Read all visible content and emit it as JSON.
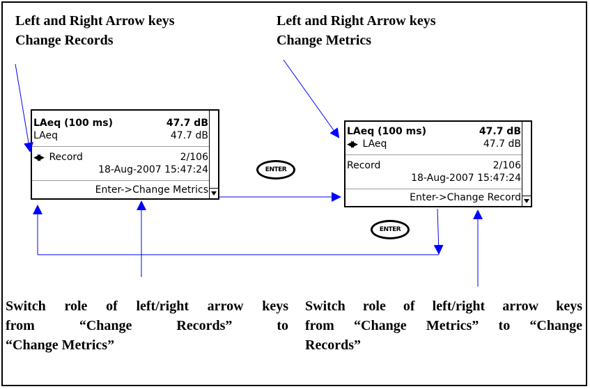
{
  "captions": {
    "top_left": [
      "Left and Right Arrow keys",
      "Change Records"
    ],
    "top_right": [
      "Left and Right Arrow keys",
      "Change Metrics"
    ],
    "bottom_left": [
      "Switch role of left/right arrow keys",
      "from “Change Records” to",
      "“Change Metrics”"
    ],
    "bottom_right": [
      "Switch role of left/right arrow keys",
      "from “Change Metrics” to “Change",
      "Records”"
    ]
  },
  "screen_left": {
    "metric_title": "LAeq (100 ms)",
    "metric_title_value": "47.7 dB",
    "metric_name": "LAeq",
    "metric_value": "47.7 dB",
    "record_label": "Record",
    "record_value": "2/106",
    "timestamp": "18-Aug-2007 15:47:24",
    "footer": "Enter->Change Metrics",
    "active_row": "record"
  },
  "screen_right": {
    "metric_title": "LAeq (100 ms)",
    "metric_title_value": "47.7 dB",
    "metric_name": "LAeq",
    "metric_value": "47.7 dB",
    "record_label": "Record",
    "record_value": "2/106",
    "timestamp": "18-Aug-2007 15:47:24",
    "footer": "Enter->Change Record",
    "active_row": "metric"
  },
  "buttons": {
    "enter_label": "ENTER"
  },
  "colors": {
    "arrow": "#0000ff",
    "frame": "#000000"
  }
}
